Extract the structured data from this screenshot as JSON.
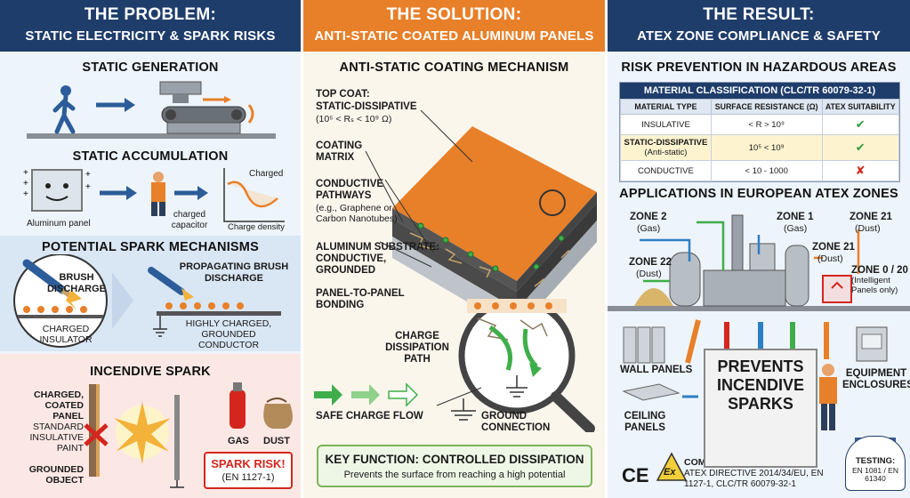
{
  "problem": {
    "title": "THE PROBLEM:",
    "subtitle": "STATIC ELECTRICITY & SPARK RISKS",
    "static_generation": "STATIC GENERATION",
    "static_accumulation": "STATIC ACCUMULATION",
    "aluminum_panel": "Aluminum panel",
    "charged_capacitor": "charged capacitor",
    "charged": "Charged",
    "charge_density_axis": "Charge density",
    "potential_spark": "POTENTIAL SPARK MECHANISMS",
    "brush_discharge": "BRUSH DISCHARGE",
    "propagating_brush_discharge": "PROPAGATING BRUSH DISCHARGE",
    "charged_insulator": "CHARGED INSULATOR",
    "highly_charged": "HIGHLY CHARGED, GROUNDED CONDUCTOR",
    "incendive_spark": "INCENDIVE SPARK",
    "charged_coated_panel": "CHARGED, COATED PANEL",
    "standard_insulative_paint": "STANDARD INSULATIVE PAINT",
    "grounded_object": "GROUNDED OBJECT",
    "gas": "GAS",
    "dust": "DUST",
    "spark_risk": "SPARK RISK!",
    "spark_risk_std": "(EN 1127-1)"
  },
  "solution": {
    "title": "THE SOLUTION:",
    "subtitle": "ANTI-STATIC COATED ALUMINUM PANELS",
    "mechanism": "ANTI-STATIC COATING MECHANISM",
    "top_coat": "TOP COAT:",
    "static_dissipative": "STATIC-DISSIPATIVE",
    "range": "(10⁵ < Rₛ < 10⁹ Ω)",
    "coating_matrix": "COATING MATRIX",
    "conductive_pathways": "CONDUCTIVE PATHWAYS",
    "pathways_eg": "(e.g., Graphene or Carbon Nanotubes)",
    "aluminum_substrate": "ALUMINUM SUBSTRATE: CONDUCTIVE, GROUNDED",
    "panel_bonding": "PANEL-TO-PANEL BONDING",
    "charge_dissipation": "CHARGE DISSIPATION PATH",
    "safe_flow": "SAFE CHARGE FLOW",
    "ground_connection": "GROUND CONNECTION",
    "key_function": "KEY FUNCTION: CONTROLLED DISSIPATION",
    "key_desc": "Prevents the surface from reaching a high potential"
  },
  "result": {
    "title": "THE RESULT:",
    "subtitle": "ATEX ZONE COMPLIANCE & SAFETY",
    "risk_prevention": "RISK PREVENTION IN HAZARDOUS AREAS",
    "table_caption": "MATERIAL CLASSIFICATION (CLC/TR 60079-32-1)",
    "table_headers": [
      "MATERIAL TYPE",
      "SURFACE RESISTANCE (Ω)",
      "ATEX SUITABILITY"
    ],
    "rows": [
      {
        "type": "INSULATIVE",
        "sub": "",
        "res": "< R > 10⁹",
        "ok": "✔"
      },
      {
        "type": "STATIC-DISSIPATIVE",
        "sub": "(Anti-static)",
        "res": "10⁵ < 10⁹",
        "ok": "✔"
      },
      {
        "type": "CONDUCTIVE",
        "sub": "",
        "res": "< 10 - 1000",
        "ok": "✘"
      }
    ],
    "applications": "APPLICATIONS IN EUROPEAN ATEX ZONES",
    "zone2": "ZONE 2",
    "zone2_sub": "(Gas)",
    "zone1": "ZONE 1",
    "zone1_sub": "(Gas)",
    "zone21a": "ZONE 21",
    "zone21a_sub": "(Dust)",
    "zone21b": "ZONE 21",
    "zone21b_sub": "(Dust)",
    "zone22": "ZONE 22",
    "zone22_sub": "(Dust)",
    "zone0": "ZONE 0 / 20",
    "zone0_sub": "(Intelligent Panels only)",
    "wall_panels": "WALL PANELS",
    "ceiling_panels": "CEILING PANELS",
    "equipment": "EQUIPMENT ENCLOSURES",
    "prevents1": "PREVENTS",
    "prevents2": "INCENDIVE",
    "prevents3": "SPARKS",
    "ce_mark": "CE",
    "ex_mark": "Ex",
    "compliance": "COMPLIANCE:",
    "compliance_text": "ATEX DIRECTIVE 2014/34/EU, EN 1127-1, CLC/TR 60079-32-1",
    "testing": "TESTING:",
    "testing_text": "EN 1081 / EN 61340"
  },
  "colors": {
    "navy": "#1f3d6b",
    "orange": "#e8802a",
    "green": "#2e9e3e",
    "red": "#d4261e"
  }
}
